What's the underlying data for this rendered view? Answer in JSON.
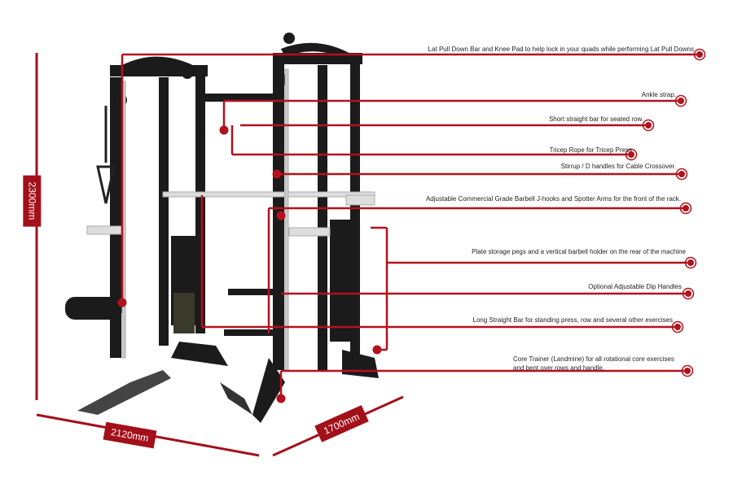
{
  "accent_color": "#b3121c",
  "dimensions": {
    "height": "2300mm",
    "width": "2120mm",
    "depth": "1700mm"
  },
  "callouts": [
    {
      "text": "Lat Pull Down Bar and Knee Pad to help lock in your quads while performing Lat Pull Downs"
    },
    {
      "text": "Ankle strap."
    },
    {
      "text": "Short straight bar for seated row."
    },
    {
      "text": "Tricep Rope for Tricep Press"
    },
    {
      "text": "Stirrup / D handles for Cable Crossover."
    },
    {
      "text": "Adjustable Commercial Grade Barbell J-hooks and Spotter Arms for the front of the rack."
    },
    {
      "text": "Plate storage pegs and a vertical barbell holder on the rear of the machine"
    },
    {
      "text": "Optional Adjustable Dip Handles"
    },
    {
      "text": "Long Straight Bar for standing press, row and several other exercises"
    },
    {
      "text": "Core Trainer (Landmine) for all rotational core exercises",
      "text2": "and bent over rows and handle."
    }
  ]
}
